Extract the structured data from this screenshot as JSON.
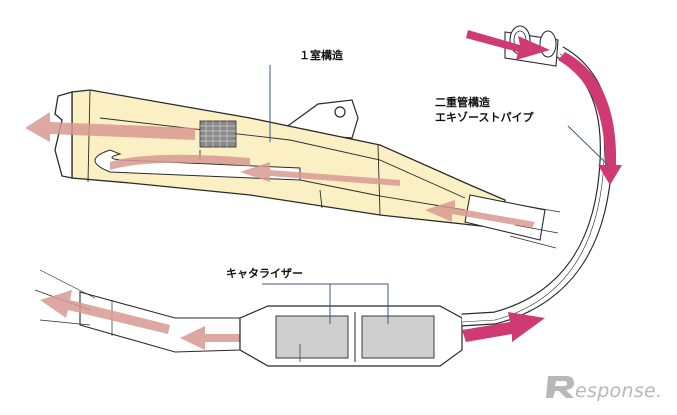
{
  "labels": {
    "chamber": "１室構造",
    "dual_pipe_line1": "二重管構造",
    "dual_pipe_line2": "エキゾーストパイプ",
    "catalyzer": "キャタライザー"
  },
  "watermark": {
    "text": "esponse."
  },
  "colors": {
    "flow_arrow": "#cf3a72",
    "flow_arrow_faded": "#d89a92",
    "muffler_fill": "#fbf0c4",
    "catalyst_fill": "#cfcfcf",
    "line": "#2a2a2a",
    "leader": "#3a5a8c"
  }
}
